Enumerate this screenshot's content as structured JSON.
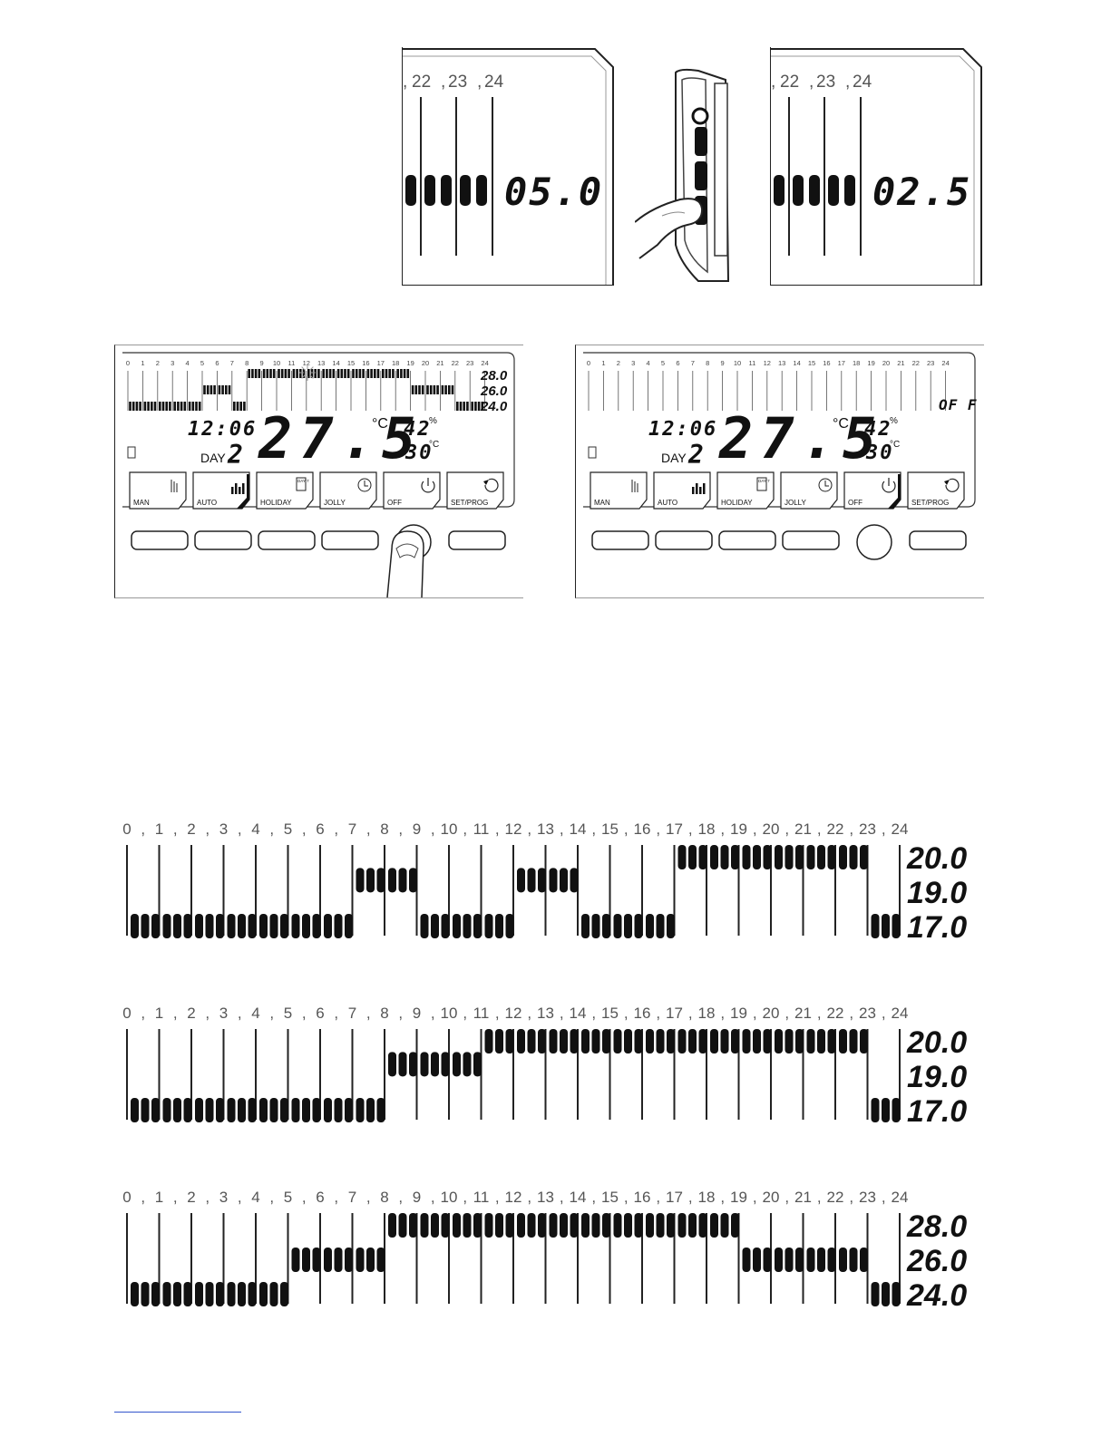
{
  "zoom_left": {
    "hours": [
      "22",
      "23",
      "24"
    ],
    "value": "05.0"
  },
  "zoom_right": {
    "hours": [
      "22",
      "23",
      "24"
    ],
    "value": "02.5"
  },
  "device_left": {
    "hours": [
      "0",
      "1",
      "2",
      "3",
      "4",
      "5",
      "6",
      "7",
      "8",
      "9",
      "10",
      "11",
      "12",
      "13",
      "14",
      "15",
      "16",
      "17",
      "18",
      "19",
      "20",
      "21",
      "22",
      "23",
      "24"
    ],
    "levels": [
      1,
      1,
      1,
      1,
      1,
      2,
      2,
      1,
      3,
      3,
      3,
      3,
      3,
      3,
      3,
      3,
      3,
      3,
      3,
      2,
      2,
      2,
      1,
      1
    ],
    "temps": [
      "28.0",
      "26.0",
      "24.0"
    ],
    "clock": "12:06",
    "day_label": "DAY",
    "day_num": "2",
    "room_temp": "27.5",
    "unit_c": "°C",
    "humidity": "42",
    "unit_pct": "%",
    "setpoint": "30",
    "unit_sc": "°C",
    "modes": [
      "MAN",
      "AUTO",
      "HOLIDAY",
      "JOLLY",
      "OFF",
      "SET/PROG"
    ],
    "active_mode": "AUTO",
    "day_icon_text": "DAY 7"
  },
  "device_right": {
    "hours": [
      "0",
      "1",
      "2",
      "3",
      "4",
      "5",
      "6",
      "7",
      "8",
      "9",
      "10",
      "11",
      "12",
      "13",
      "14",
      "15",
      "16",
      "17",
      "18",
      "19",
      "20",
      "21",
      "22",
      "23",
      "24"
    ],
    "off_text": "OF F",
    "clock": "12:06",
    "day_label": "DAY",
    "day_num": "2",
    "room_temp": "27.5",
    "unit_c": "°C",
    "humidity": "42",
    "unit_pct": "%",
    "setpoint": "30",
    "unit_sc": "°C",
    "modes": [
      "MAN",
      "AUTO",
      "HOLIDAY",
      "JOLLY",
      "OFF",
      "SET/PROG"
    ],
    "active_mode": "OFF",
    "day_icon_text": "DAY 7"
  },
  "chart_data": [
    {
      "type": "bar",
      "categories": [
        "0",
        "1",
        "2",
        "3",
        "4",
        "5",
        "6",
        "7",
        "8",
        "9",
        "10",
        "11",
        "12",
        "13",
        "14",
        "15",
        "16",
        "17",
        "18",
        "19",
        "20",
        "21",
        "22",
        "23"
      ],
      "levels_labels": [
        "20.0",
        "19.0",
        "17.0"
      ],
      "values": [
        17,
        17,
        17,
        17,
        17,
        17,
        17,
        19,
        19,
        17,
        17,
        17,
        19,
        19,
        17,
        17,
        17,
        20,
        20,
        20,
        20,
        20,
        20,
        17
      ]
    },
    {
      "type": "bar",
      "categories": [
        "0",
        "1",
        "2",
        "3",
        "4",
        "5",
        "6",
        "7",
        "8",
        "9",
        "10",
        "11",
        "12",
        "13",
        "14",
        "15",
        "16",
        "17",
        "18",
        "19",
        "20",
        "21",
        "22",
        "23"
      ],
      "levels_labels": [
        "20.0",
        "19.0",
        "17.0"
      ],
      "values": [
        17,
        17,
        17,
        17,
        17,
        17,
        17,
        17,
        19,
        19,
        19,
        20,
        20,
        20,
        20,
        20,
        20,
        20,
        20,
        20,
        20,
        20,
        20,
        17
      ]
    },
    {
      "type": "bar",
      "categories": [
        "0",
        "1",
        "2",
        "3",
        "4",
        "5",
        "6",
        "7",
        "8",
        "9",
        "10",
        "11",
        "12",
        "13",
        "14",
        "15",
        "16",
        "17",
        "18",
        "19",
        "20",
        "21",
        "22",
        "23"
      ],
      "levels_labels": [
        "28.0",
        "26.0",
        "24.0"
      ],
      "values": [
        24,
        24,
        24,
        24,
        24,
        26,
        26,
        26,
        28,
        28,
        28,
        28,
        28,
        28,
        28,
        28,
        28,
        28,
        28,
        26,
        26,
        26,
        26,
        24
      ]
    }
  ]
}
